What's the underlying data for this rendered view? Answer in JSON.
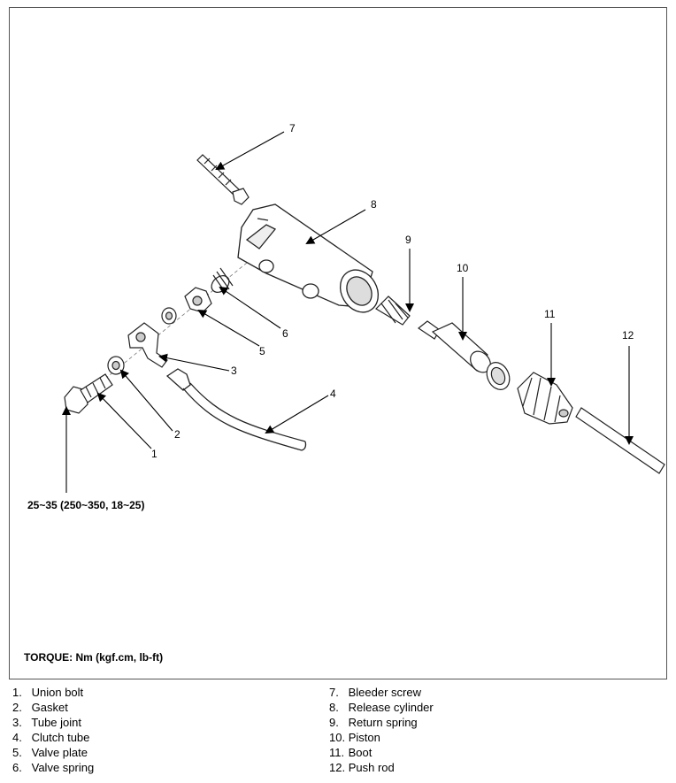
{
  "figure": {
    "callouts": [
      "1",
      "2",
      "3",
      "4",
      "5",
      "6",
      "7",
      "8",
      "9",
      "10",
      "11",
      "12"
    ],
    "torque_spec": "25~35 (250~350, 18~25)",
    "torque_note": "TORQUE: Nm (kgf.cm, lb-ft)"
  },
  "legend": {
    "left": [
      {
        "num": "1.",
        "label": "Union bolt"
      },
      {
        "num": "2.",
        "label": "Gasket"
      },
      {
        "num": "3.",
        "label": "Tube joint"
      },
      {
        "num": "4.",
        "label": "Clutch tube"
      },
      {
        "num": "5.",
        "label": "Valve plate"
      },
      {
        "num": "6.",
        "label": "Valve spring"
      }
    ],
    "right": [
      {
        "num": "7.",
        "label": "Bleeder screw"
      },
      {
        "num": "8.",
        "label": "Release cylinder"
      },
      {
        "num": "9.",
        "label": "Return spring"
      },
      {
        "num": "10.",
        "label": "Piston"
      },
      {
        "num": "11.",
        "label": "Boot"
      },
      {
        "num": "12.",
        "label": "Push rod"
      }
    ]
  }
}
